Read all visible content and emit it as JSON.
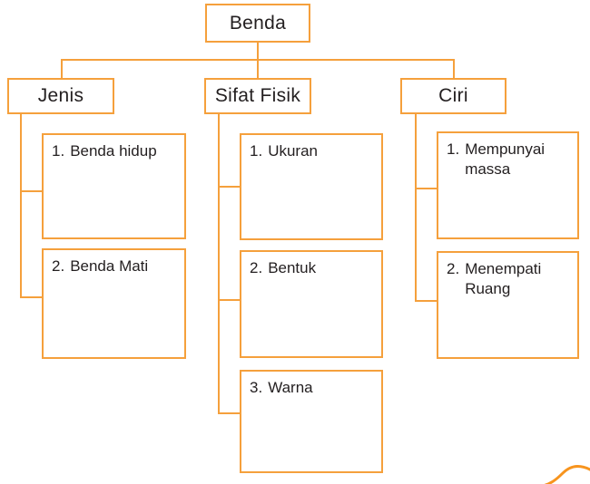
{
  "diagram": {
    "title_node": {
      "label": "Benda"
    },
    "branches": [
      {
        "key": "jenis",
        "label": "Jenis",
        "items": [
          {
            "num": "1.",
            "text": "Benda hidup"
          },
          {
            "num": "2.",
            "text": "Benda Mati"
          }
        ]
      },
      {
        "key": "sifat-fisik",
        "label": "Sifat Fisik",
        "items": [
          {
            "num": "1.",
            "text": "Ukuran"
          },
          {
            "num": "2.",
            "text": "Bentuk"
          },
          {
            "num": "3.",
            "text": "Warna"
          }
        ]
      },
      {
        "key": "ciri",
        "label": "Ciri",
        "items": [
          {
            "num": "1.",
            "text": "Mempunyai massa"
          },
          {
            "num": "2.",
            "text": "Menempati Ruang"
          }
        ]
      }
    ]
  },
  "style": {
    "line_color": "#f5a03c",
    "text_color": "#231f20",
    "background": "#ffffff",
    "swirl_color": "#f7941e"
  },
  "decoration": {
    "corner_swirl": "orange-arc-flourish"
  }
}
